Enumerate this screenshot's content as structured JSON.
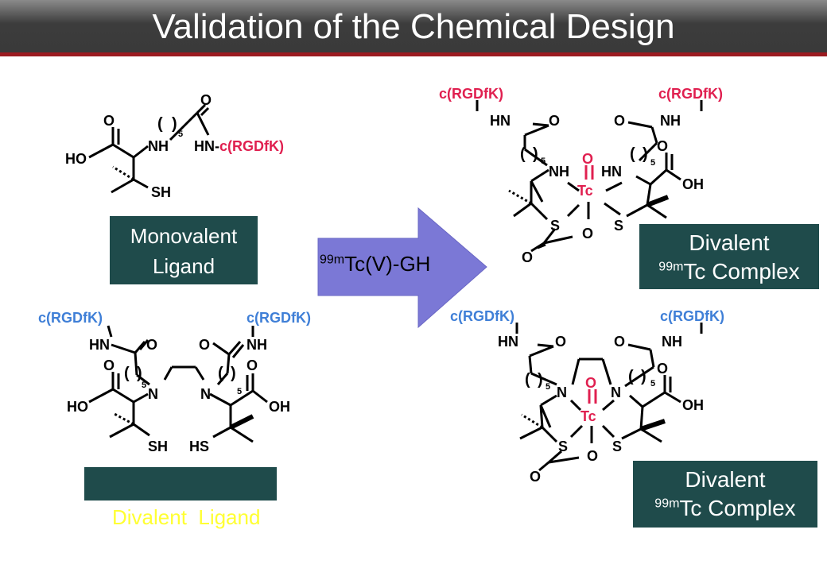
{
  "slide": {
    "title": "Validation of the Chemical Design"
  },
  "labels": {
    "monovalent_line1": "Monovalent",
    "monovalent_line2": "Ligand",
    "divalent_ligand": "Divalent  Ligand",
    "complex_line1": "Divalent",
    "complex_sup": "99m",
    "complex_line2": "Tc Complex"
  },
  "arrow": {
    "sup": "99m",
    "text": "Tc(V)-GH",
    "color": "#7b78d6"
  },
  "chem": {
    "peptide": "c(RGDfK)",
    "peptide_link": "HN-c(RGDfK)",
    "peptide_color_red": "#e02050",
    "peptide_color_blue": "#3f7fd7",
    "metal": "Tc",
    "metal_color": "#e02050",
    "atoms": {
      "O": "O",
      "HO": "HO",
      "OH": "OH",
      "NH": "NH",
      "HN": "HN",
      "N": "N",
      "S": "S",
      "SH": "SH",
      "HS": "HS",
      "repeat": "5",
      "paren_open": "(",
      "paren_close": ")"
    }
  }
}
